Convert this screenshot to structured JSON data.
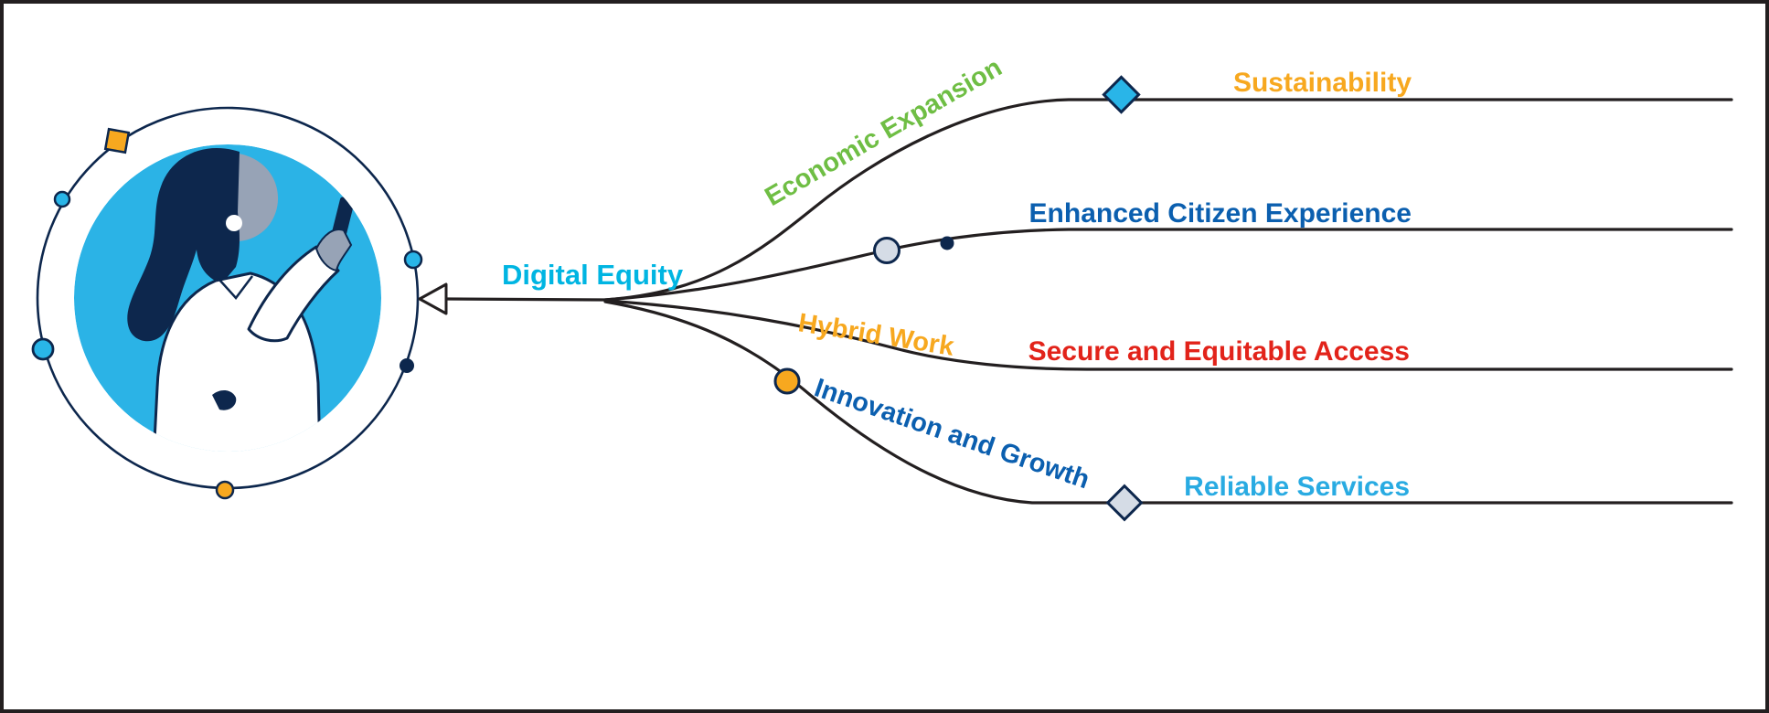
{
  "hub": {
    "label": "Digital Equity",
    "color": "#00B5E2"
  },
  "branches": [
    {
      "name": "economic-expansion",
      "path_label": "Economic Expansion",
      "path_label_color": "#6FBE44",
      "outcome_label": "Sustainability",
      "outcome_color": "#F7A81F",
      "markers": [
        "cyan-diamond"
      ]
    },
    {
      "name": "enhanced-citizen-experience",
      "path_label": "",
      "outcome_label": "Enhanced Citizen Experience",
      "outcome_color": "#0B5FAF",
      "markers": [
        "gray-circle",
        "navy-dot"
      ]
    },
    {
      "name": "hybrid-work",
      "path_label": "Hybrid Work",
      "path_label_color": "#F7A81F",
      "outcome_label": "Secure and Equitable Access",
      "outcome_color": "#E2231A",
      "markers": []
    },
    {
      "name": "innovation-and-growth",
      "path_label": "Innovation and Growth",
      "path_label_color": "#0B5FAF",
      "outcome_label": "Reliable Services",
      "outcome_color": "#29ABE2",
      "markers": [
        "orange-circle",
        "gray-diamond"
      ]
    }
  ],
  "colors": {
    "navy": "#0D274D",
    "cyan": "#29B5E8",
    "gray": "#D5DCE6",
    "orange": "#F7A81F",
    "line": "#231F20",
    "circle_blue": "#2BB3E6",
    "skin_gray": "#97A3B6"
  },
  "illustration": {
    "description": "Person in a white coat using a smartphone, inside a light blue circle surrounded by an orbit ring with small dots and a square"
  }
}
